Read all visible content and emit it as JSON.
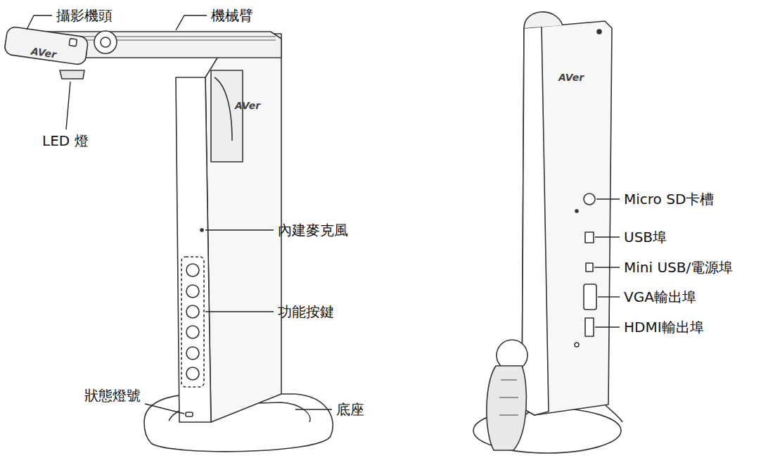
{
  "diagram": {
    "labels": [
      "攝影機頭",
      "機械臂",
      "LED 燈",
      "AVer",
      "AVer",
      "內建麥克風",
      "功能按鍵",
      "狀態燈號",
      "底座",
      "AVer",
      "Micro SD卡槽",
      "USB埠",
      "Mini USB/電源埠",
      "VGA輸出埠",
      "HDMI輸出埠"
    ]
  }
}
